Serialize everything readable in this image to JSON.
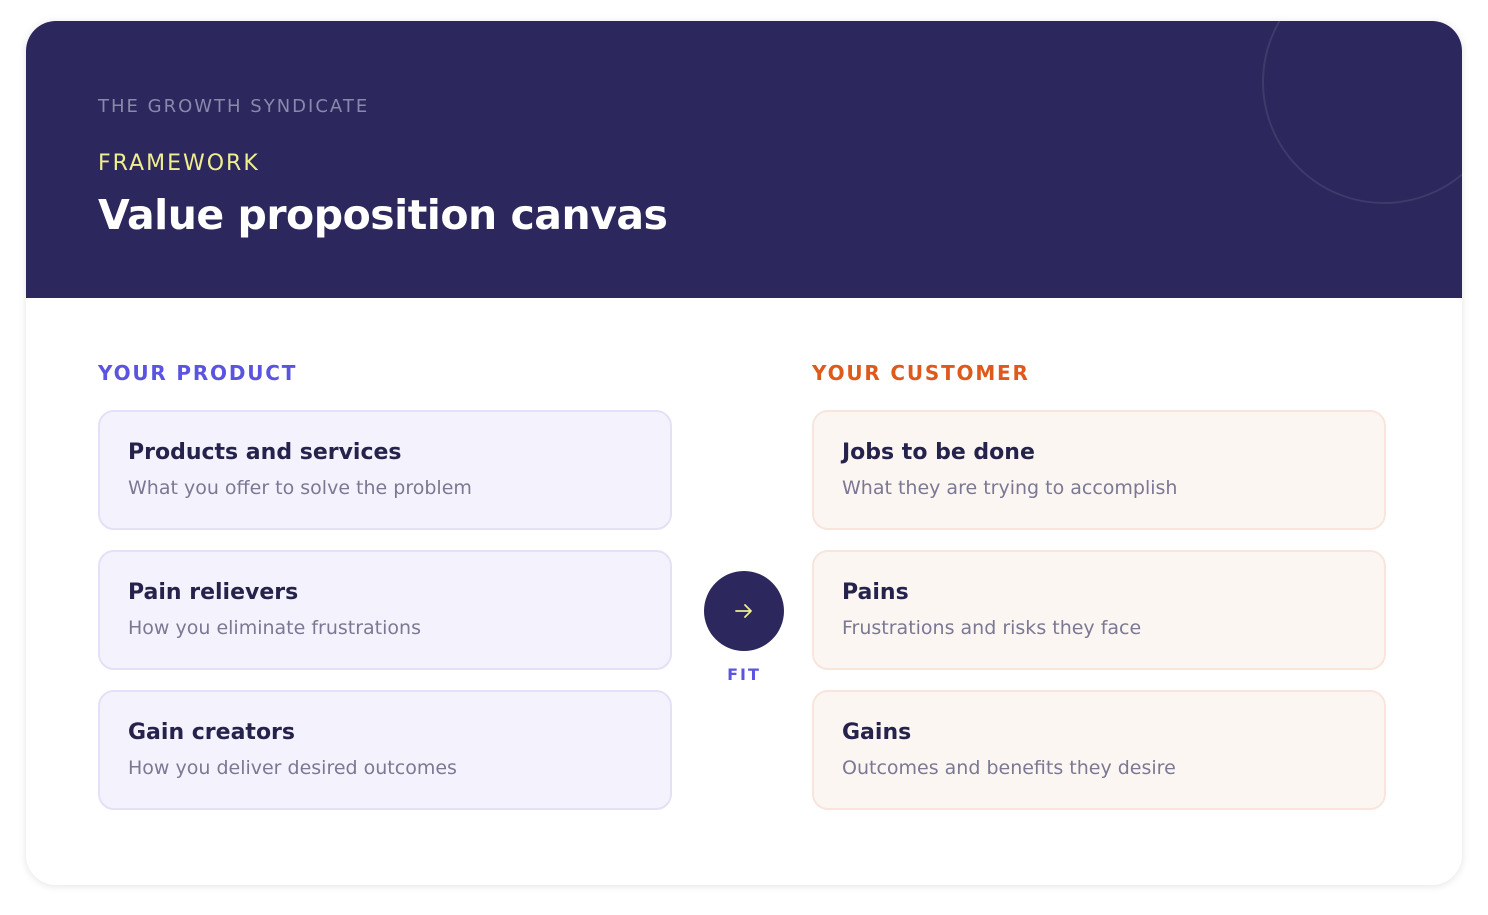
{
  "header": {
    "brand": "THE GROWTH SYNDICATE",
    "eyebrow": "FRAMEWORK",
    "title": "Value proposition canvas"
  },
  "product": {
    "label": "YOUR PRODUCT",
    "items": [
      {
        "title": "Products and services",
        "desc": "What you offer to solve the problem"
      },
      {
        "title": "Pain relievers",
        "desc": "How you eliminate frustrations"
      },
      {
        "title": "Gain creators",
        "desc": "How you deliver desired outcomes"
      }
    ]
  },
  "customer": {
    "label": "YOUR CUSTOMER",
    "items": [
      {
        "title": "Jobs to be done",
        "desc": "What they are trying to accomplish"
      },
      {
        "title": "Pains",
        "desc": "Frustrations and risks they face"
      },
      {
        "title": "Gains",
        "desc": "Outcomes and benefits they desire"
      }
    ]
  },
  "fit": {
    "label": "FIT",
    "icon": "arrow-right-icon"
  },
  "colors": {
    "header_bg": "#2c275c",
    "eyebrow": "#efef8f",
    "product_accent": "#5b54e0",
    "customer_accent": "#dd5a1c",
    "product_box_bg": "#f4f3fd",
    "customer_box_bg": "#fcf6f3"
  }
}
